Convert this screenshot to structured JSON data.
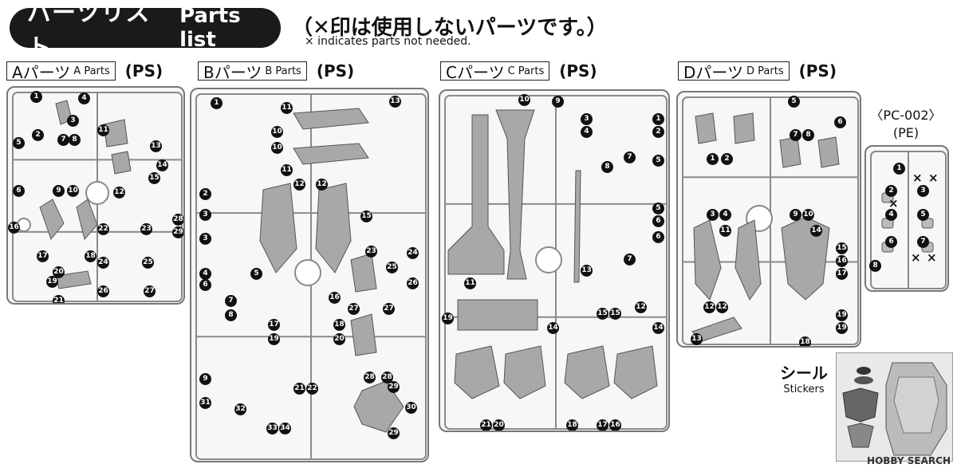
{
  "header": {
    "title_jp": "パーツリスト",
    "title_en": "Parts list",
    "note_jp": "（✕印は使用しないパーツです。）",
    "note_en": "× indicates parts not needed."
  },
  "sections": [
    {
      "id": "A",
      "letter": "Aパーツ",
      "sub": "A Parts",
      "material": "(PS)",
      "numbers": [
        "1",
        "4",
        "3",
        "5",
        "2",
        "7",
        "8",
        "11",
        "13",
        "6",
        "9",
        "10",
        "14",
        "15",
        "12",
        "16",
        "22",
        "23",
        "28",
        "29",
        "17",
        "18",
        "24",
        "25",
        "20",
        "19",
        "26",
        "27",
        "21"
      ]
    },
    {
      "id": "B",
      "letter": "Bパーツ",
      "sub": "B Parts",
      "material": "(PS)",
      "numbers": [
        "1",
        "11",
        "13",
        "10",
        "10",
        "11",
        "2",
        "3",
        "3",
        "12",
        "12",
        "15",
        "23",
        "24",
        "4",
        "5",
        "25",
        "6",
        "16",
        "26",
        "7",
        "8",
        "27",
        "27",
        "17",
        "18",
        "19",
        "20",
        "9",
        "21",
        "22",
        "28",
        "28",
        "29",
        "31",
        "32",
        "30",
        "33",
        "34",
        "29"
      ]
    },
    {
      "id": "C",
      "letter": "Cパーツ",
      "sub": "C Parts",
      "material": "(PS)",
      "numbers": [
        "10",
        "9",
        "3",
        "1",
        "4",
        "2",
        "7",
        "8",
        "5",
        "5",
        "6",
        "6",
        "11",
        "13",
        "7",
        "19",
        "14",
        "15",
        "15",
        "12",
        "14",
        "21",
        "20",
        "18",
        "17",
        "16"
      ]
    },
    {
      "id": "D",
      "letter": "Dパーツ",
      "sub": "D Parts",
      "material": "(PS)",
      "numbers": [
        "5",
        "6",
        "7",
        "8",
        "1",
        "2",
        "3",
        "4",
        "9",
        "10",
        "11",
        "14",
        "15",
        "16",
        "17",
        "12",
        "12",
        "19",
        "13",
        "18",
        "19"
      ]
    }
  ],
  "pe": {
    "title": "〈PC-002〉",
    "material": "(PE)",
    "numbers": [
      "1",
      "2",
      "3",
      "4",
      "5",
      "6",
      "7",
      "8"
    ],
    "x_marks": [
      "×",
      "×",
      "×",
      "×",
      "×",
      "×"
    ]
  },
  "stickers": {
    "label_jp": "シール",
    "label_en": "Stickers"
  },
  "watermark": "HOBBY SEARCH"
}
